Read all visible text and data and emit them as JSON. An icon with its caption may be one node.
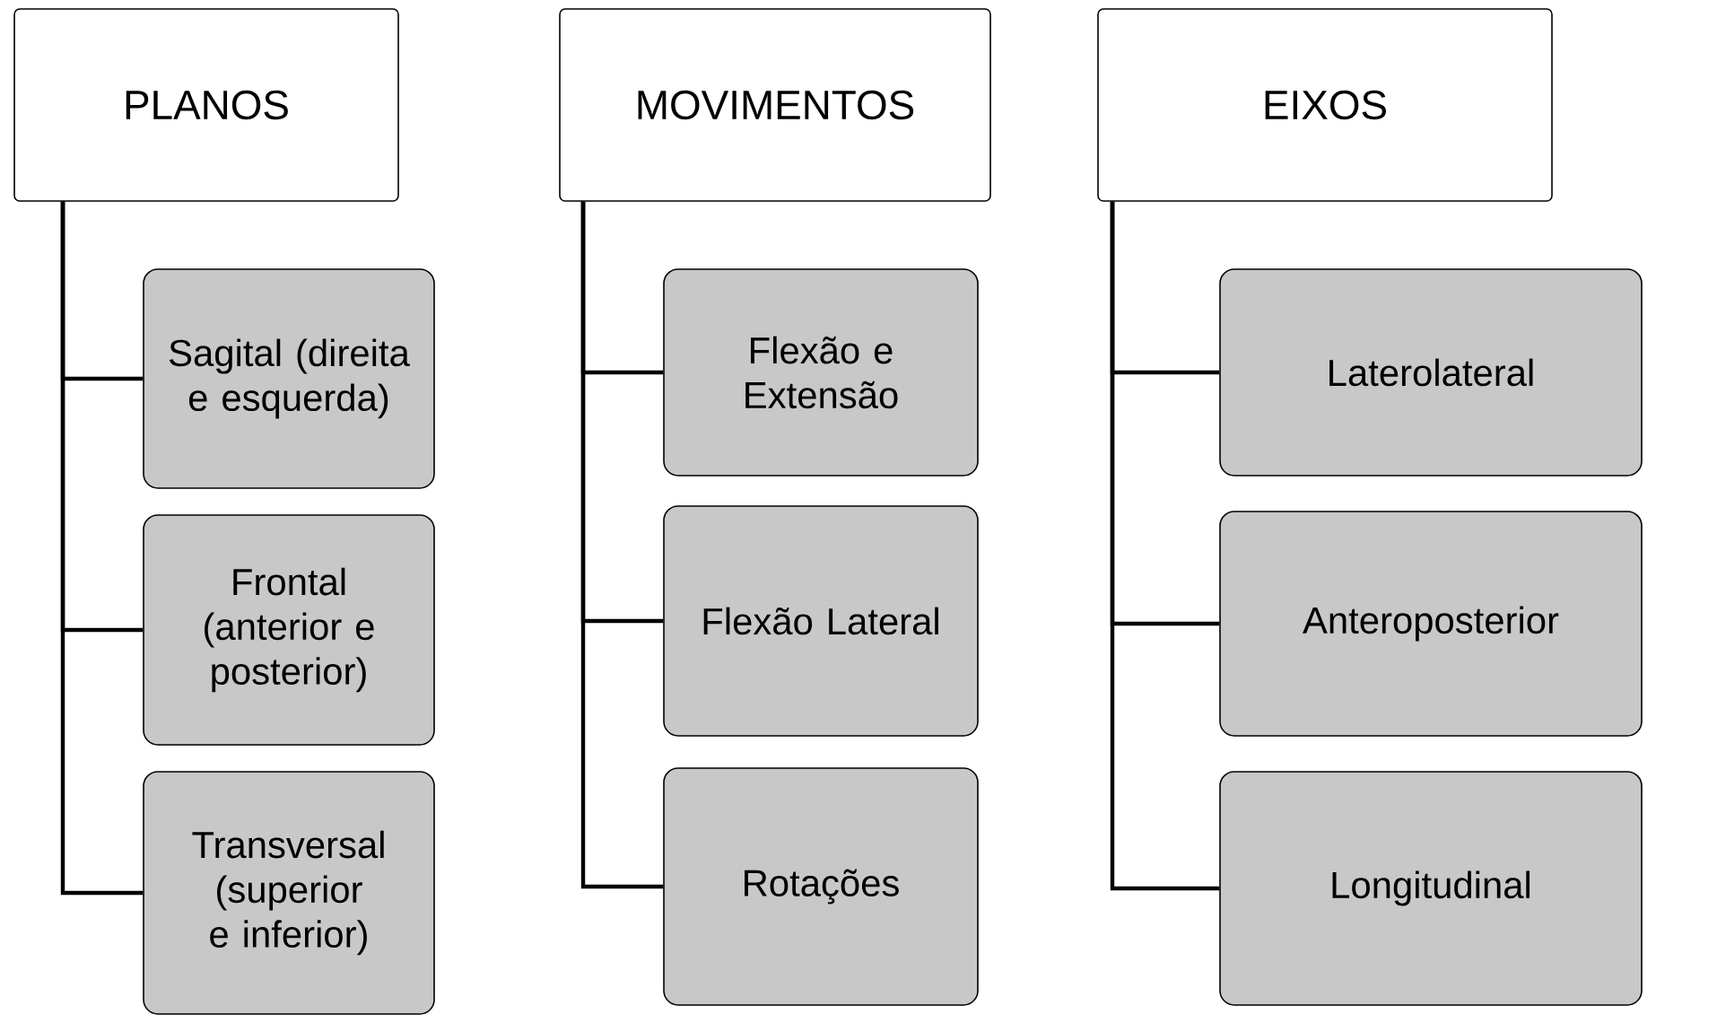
{
  "diagram": {
    "nodes": [
      {
        "text": [
          "PLANOS"
        ]
      },
      {
        "text": [
          "Sagital (direita e esquerda)"
        ]
      },
      {
        "text": [
          "Frontal (anterior e posterior)"
        ]
      },
      {
        "text": [
          "Transversal (superior e inferior)"
        ]
      },
      {
        "text": [
          "MOVIMENTOS"
        ]
      },
      {
        "text": [
          "Flexão e Extensão"
        ]
      },
      {
        "text": [
          "Flexão Lateral"
        ]
      },
      {
        "text": [
          "Rotações"
        ]
      },
      {
        "text": [
          "EIXOS"
        ]
      },
      {
        "text": [
          "Laterolateral"
        ]
      },
      {
        "text": [
          "Anteroposterior"
        ]
      },
      {
        "text": [
          "Longitudinal"
        ]
      }
    ],
    "edges": [
      {
        "from": 0,
        "to": 1,
        "arrow": "none"
      },
      {
        "from": 0,
        "to": 2,
        "arrow": "none"
      },
      {
        "from": 0,
        "to": 3,
        "arrow": "none"
      },
      {
        "from": 4,
        "to": 5,
        "arrow": "none"
      },
      {
        "from": 4,
        "to": 6,
        "arrow": "none"
      },
      {
        "from": 4,
        "to": 7,
        "arrow": "none"
      },
      {
        "from": 8,
        "to": 9,
        "arrow": "none"
      },
      {
        "from": 8,
        "to": 10,
        "arrow": "none"
      },
      {
        "from": 8,
        "to": 11,
        "arrow": "none"
      }
    ]
  }
}
